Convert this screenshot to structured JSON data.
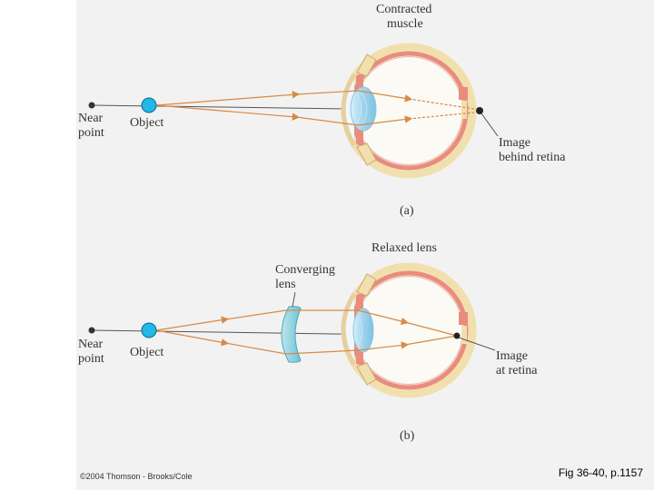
{
  "colors": {
    "ray": "#d88a45",
    "axis": "#555555",
    "object": "#22b8e8",
    "sclera": "#f2dfae",
    "retina": "#e98c7e",
    "lens": "#a9d8ee",
    "panel_bg": "#f2f2f2"
  },
  "panel_a": {
    "top_label_line1": "Contracted",
    "top_label_line2": "muscle",
    "near_point_line1": "Near",
    "near_point_line2": "point",
    "object_label": "Object",
    "image_line1": "Image",
    "image_line2": "behind retina",
    "caption": "(a)"
  },
  "panel_b": {
    "top_label": "Relaxed lens",
    "lens_label_line1": "Converging",
    "lens_label_line2": "lens",
    "near_point_line1": "Near",
    "near_point_line2": "point",
    "object_label": "Object",
    "image_line1": "Image",
    "image_line2": "at retina",
    "caption": "(b)"
  },
  "footer": {
    "copyright": "©2004 Thomson - Brooks/Cole",
    "figure_ref": "Fig 36-40, p.1157"
  }
}
